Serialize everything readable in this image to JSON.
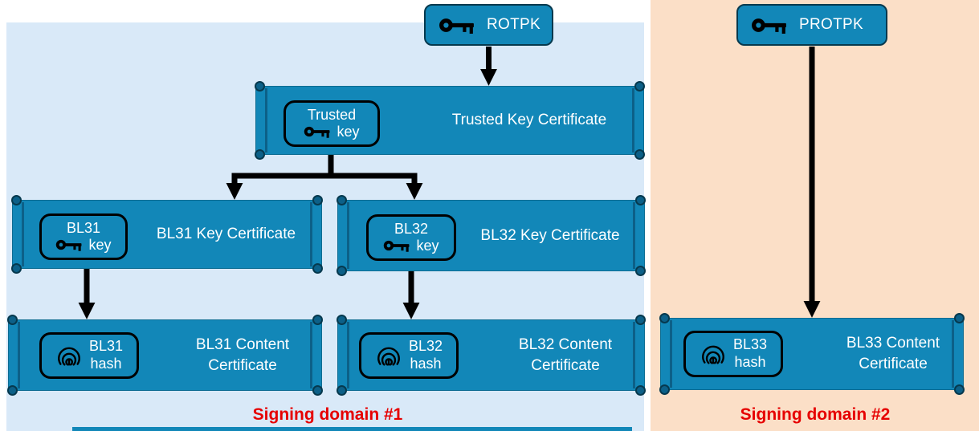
{
  "colors": {
    "teal": "#1287b8",
    "teal_dark": "#0c6088",
    "blue_bg": "#d9e9f8",
    "peach_bg": "#fbdfc7",
    "domain_red": "#e60000",
    "arrow": "#000000",
    "text": "#ffffff"
  },
  "root_keys": {
    "rotpk": {
      "label": "ROTPK",
      "icon": "key-icon"
    },
    "protpk": {
      "label": "PROTPK",
      "icon": "key-icon"
    }
  },
  "certificates": {
    "trusted_key": {
      "label": "Trusted Key Certificate",
      "badge": {
        "line1": "Trusted",
        "line2": "key",
        "icon": "key-icon"
      }
    },
    "bl31_key": {
      "label": "BL31 Key Certificate",
      "badge": {
        "line1": "BL31",
        "line2": "key",
        "icon": "key-icon"
      }
    },
    "bl32_key": {
      "label": "BL32 Key Certificate",
      "badge": {
        "line1": "BL32",
        "line2": "key",
        "icon": "key-icon"
      }
    },
    "bl31_content": {
      "label": "BL31 Content Certificate",
      "badge": {
        "line1": "BL31",
        "line2": "hash",
        "icon": "fingerprint-icon"
      }
    },
    "bl32_content": {
      "label": "BL32 Content Certificate",
      "badge": {
        "line1": "BL32",
        "line2": "hash",
        "icon": "fingerprint-icon"
      }
    },
    "bl33_content": {
      "label": "BL33 Content Certificate",
      "badge": {
        "line1": "BL33",
        "line2": "hash",
        "icon": "fingerprint-icon"
      }
    }
  },
  "domains": {
    "domain1": {
      "label": "Signing domain #1"
    },
    "domain2": {
      "label": "Signing domain #2"
    }
  }
}
